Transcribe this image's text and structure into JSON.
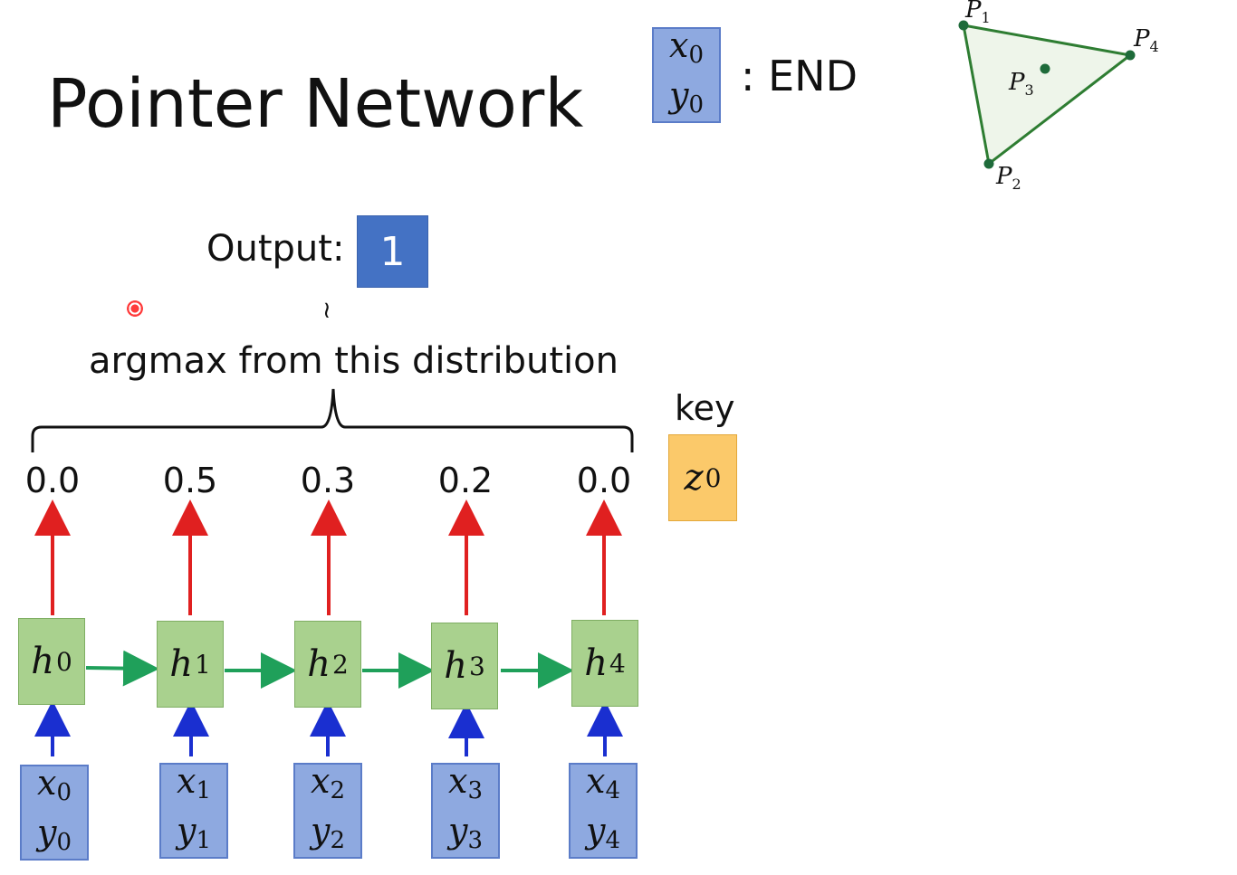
{
  "title": "Pointer Network",
  "end_token": {
    "x": "x",
    "x_sub": "0",
    "y": "y",
    "y_sub": "0",
    "label": ": END"
  },
  "output": {
    "label": "Output:",
    "value": "1",
    "tilde": "≀"
  },
  "caption": "argmax from this distribution",
  "key": {
    "label": "key",
    "symbol": "z",
    "sup": "0"
  },
  "distribution": [
    "0.0",
    "0.5",
    "0.3",
    "0.2",
    "0.0"
  ],
  "hidden_states": [
    {
      "symbol": "h",
      "sup": "0"
    },
    {
      "symbol": "h",
      "sup": "1"
    },
    {
      "symbol": "h",
      "sup": "2"
    },
    {
      "symbol": "h",
      "sup": "3"
    },
    {
      "symbol": "h",
      "sup": "4"
    }
  ],
  "inputs": [
    {
      "x": "x",
      "x_sub": "0",
      "y": "y",
      "y_sub": "0"
    },
    {
      "x": "x",
      "x_sub": "1",
      "y": "y",
      "y_sub": "1"
    },
    {
      "x": "x",
      "x_sub": "2",
      "y": "y",
      "y_sub": "2"
    },
    {
      "x": "x",
      "x_sub": "3",
      "y": "y",
      "y_sub": "3"
    },
    {
      "x": "x",
      "x_sub": "4",
      "y": "y",
      "y_sub": "4"
    }
  ],
  "points": [
    {
      "letter": "P",
      "sub": "1"
    },
    {
      "letter": "P",
      "sub": "4"
    },
    {
      "letter": "P",
      "sub": "3"
    },
    {
      "letter": "P",
      "sub": "2"
    }
  ],
  "colors": {
    "input_box": "#8ea9e0",
    "hidden_box": "#a9d18e",
    "key_box": "#fbc96a",
    "output_box": "#4472c4",
    "arrow_red": "#e02020",
    "arrow_green": "#1fa05a",
    "arrow_blue": "#1a2fd0",
    "triangle": "#2e7d32"
  }
}
